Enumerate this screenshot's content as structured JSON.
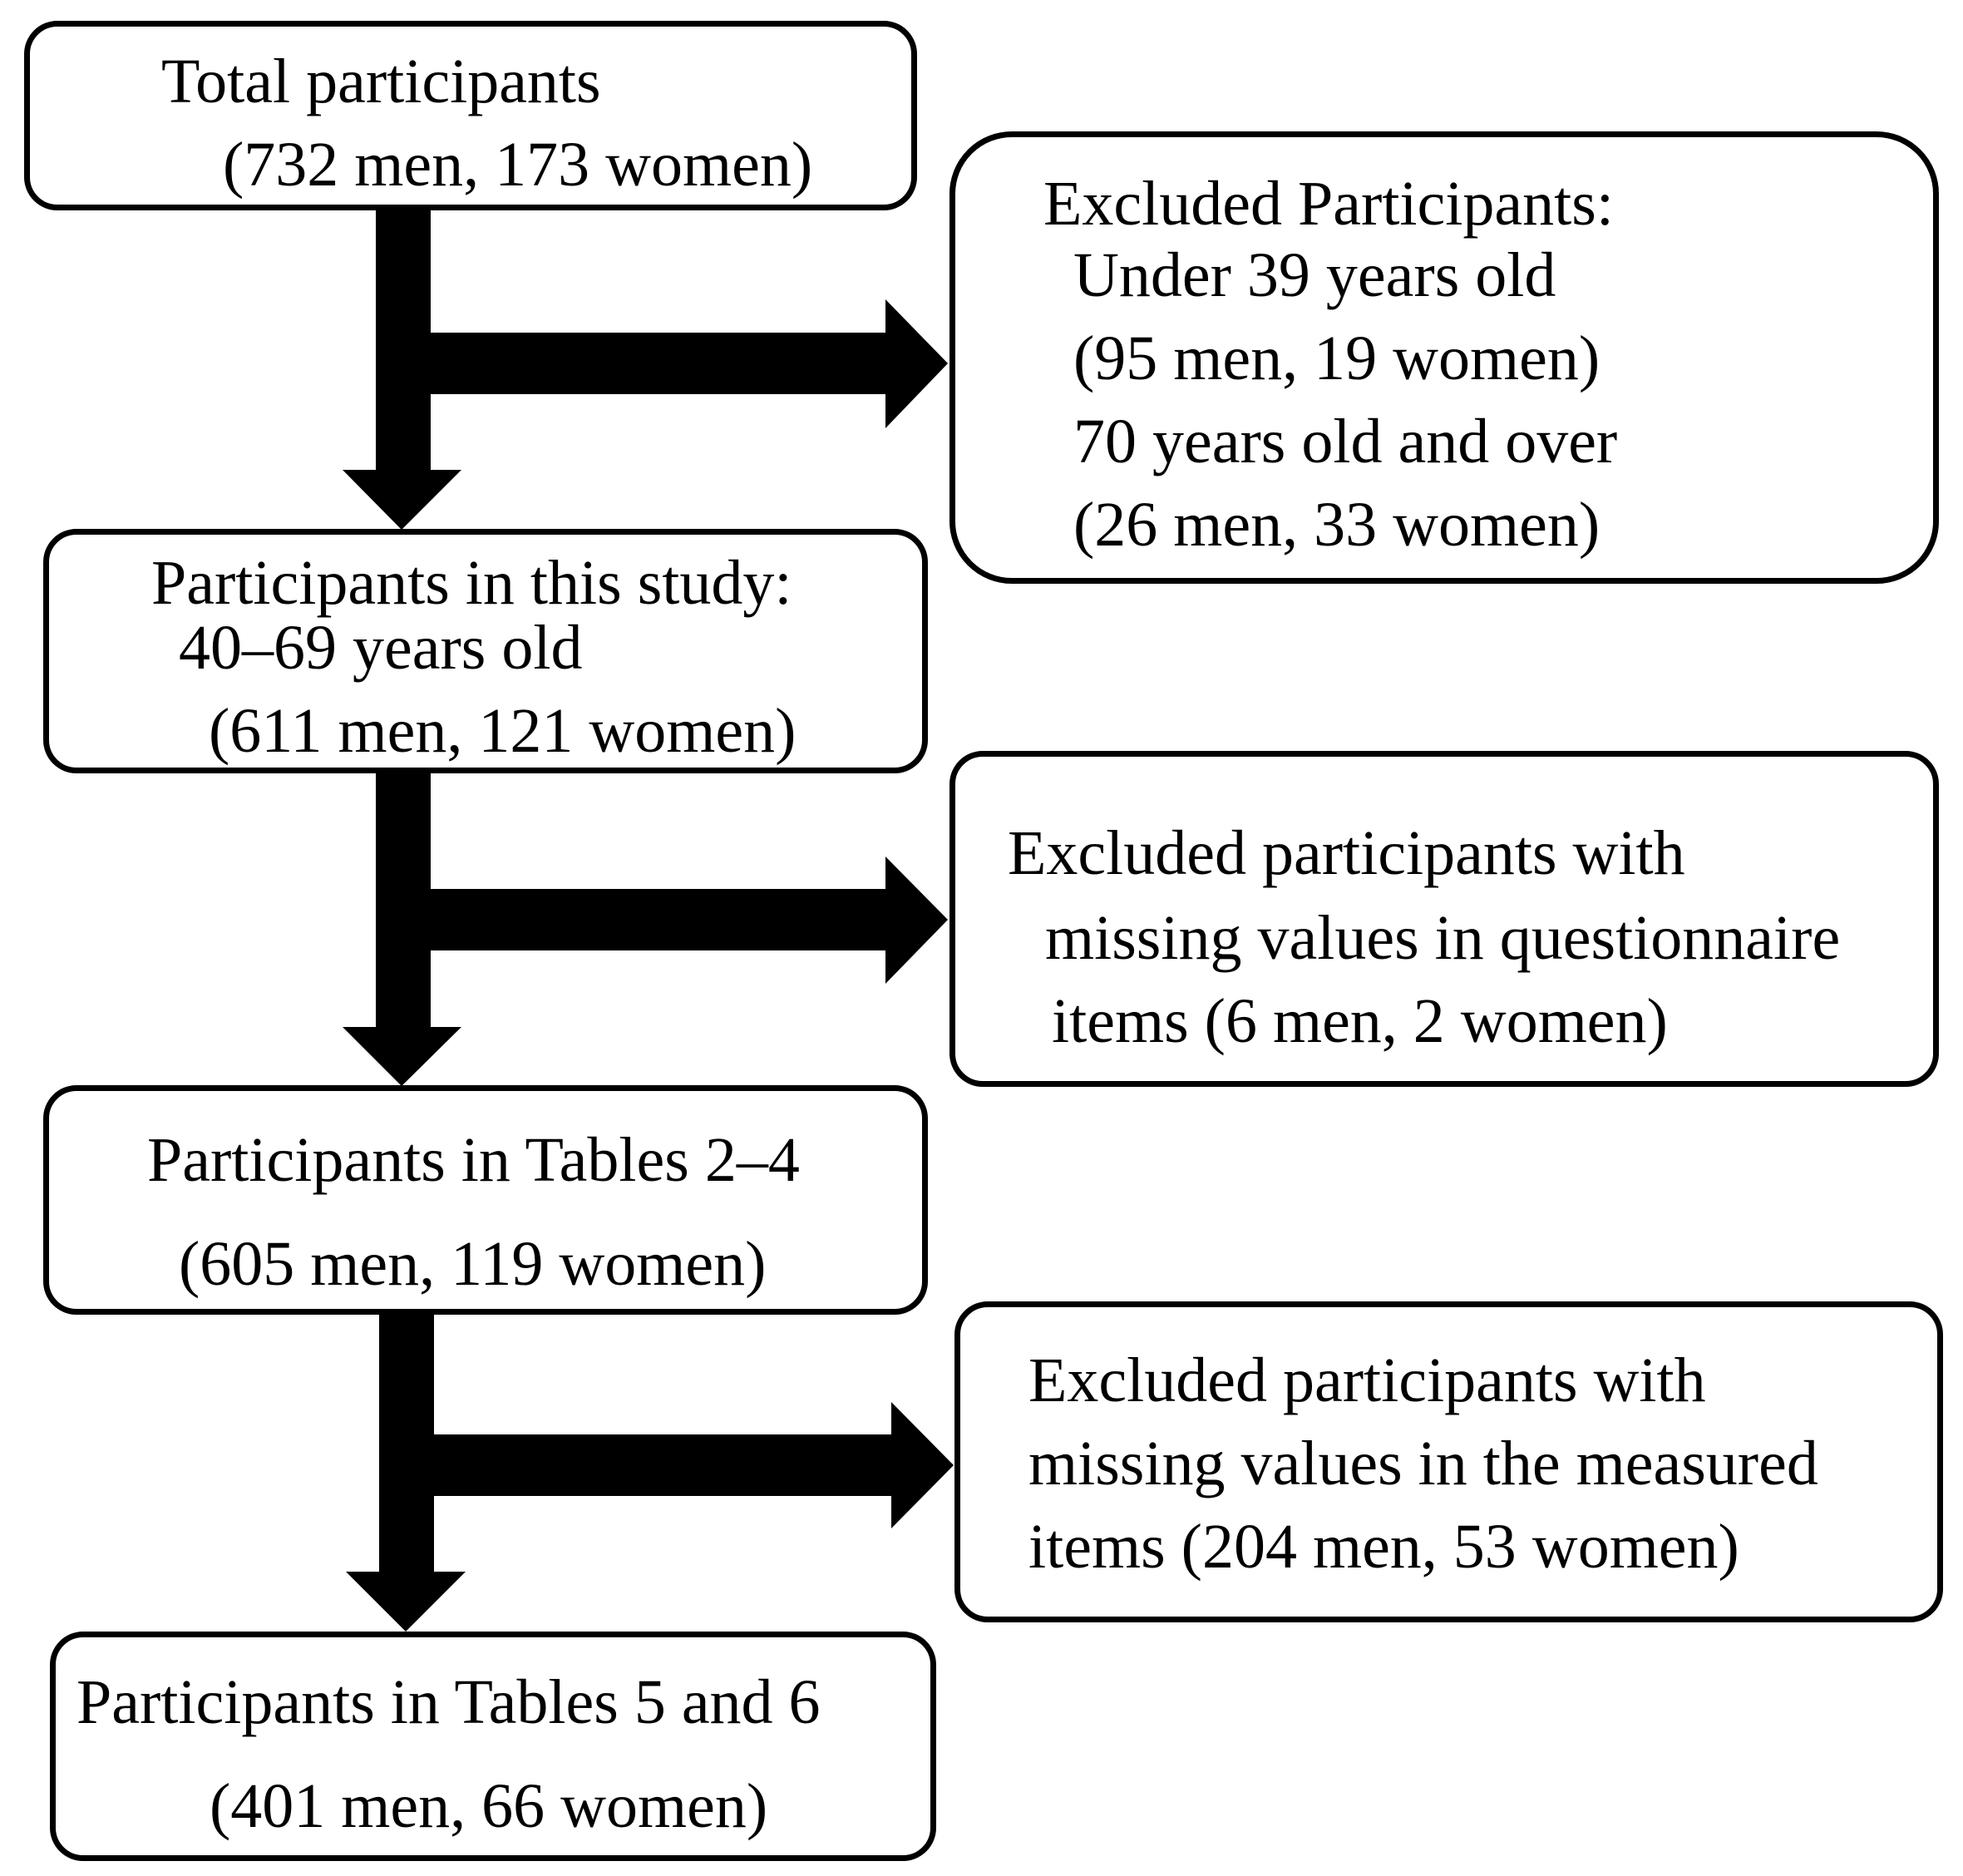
{
  "colors": {
    "ink": "#000000",
    "background": "#ffffff"
  },
  "boxes": {
    "total": {
      "line1": "Total participants",
      "line2": "(732 men, 173 women)"
    },
    "excluded_age": {
      "line1": "Excluded Participants:",
      "line2": "Under 39 years old",
      "line3": "(95 men, 19 women)",
      "line4": "70 years old and over",
      "line5": "(26 men, 33 women)"
    },
    "study": {
      "line1": "Participants in this study:",
      "line2": "40–69 years old",
      "line3": "(611 men, 121 women)"
    },
    "excluded_questionnaire": {
      "line1": "Excluded participants with",
      "line2": "missing values in questionnaire",
      "line3": "items (6 men, 2 women)"
    },
    "tables_2_4": {
      "line1": "Participants in Tables 2–4",
      "line2": "(605 men, 119 women)"
    },
    "excluded_measured": {
      "line1": "Excluded participants with",
      "line2": "missing values in the measured",
      "line3": "items (204 men, 53 women)"
    },
    "tables_5_6": {
      "line1": "Participants in Tables 5 and 6",
      "line2": "(401 men, 66 women)"
    }
  }
}
